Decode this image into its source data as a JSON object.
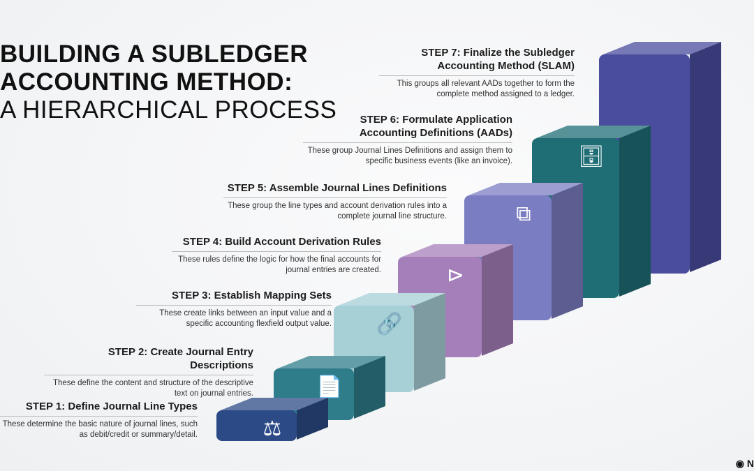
{
  "title": {
    "line1": "BUILDING A SUBLEDGER",
    "line2": "ACCOUNTING METHOD:",
    "line3": "A HIERARCHICAL PROCESS"
  },
  "steps": [
    {
      "title": "STEP 1: Define Journal Line Types",
      "desc": "These determine the basic nature of journal lines, such as debit/credit or summary/detail.",
      "icon": "scales-icon",
      "color": "#2c4a86"
    },
    {
      "title": "STEP 2: Create Journal Entry Descriptions",
      "desc": "These define the content and structure of the descriptive text on journal entries.",
      "icon": "document-text-icon",
      "color": "#2f7c8a"
    },
    {
      "title": "STEP 3: Establish Mapping Sets",
      "desc": "These create links between an input value and a specific accounting flexfield output value.",
      "icon": "link-icon",
      "color": "#a6cfd6"
    },
    {
      "title": "STEP 4: Build Account Derivation Rules",
      "desc": "These rules define the logic for how the final accounts for journal entries are created.",
      "icon": "logic-gate-icon",
      "color": "#a57fb9"
    },
    {
      "title": "STEP 5: Assemble Journal Lines Definitions",
      "desc": "These group the line types and account derivation rules into a complete journal line structure.",
      "icon": "hierarchy-box-icon",
      "color": "#7b7dc2"
    },
    {
      "title": "STEP 6: Formulate Application Accounting Definitions (AADs)",
      "desc": "These group Journal Lines Definitions and assign them to specific business events (like an invoice).",
      "icon": "documents-database-icon",
      "color": "#1f6d75"
    },
    {
      "title": "STEP 7: Finalize the Subledger Accounting Method (SLAM)",
      "desc": "This groups all relevant AADs together to form the complete method assigned to a ledger.",
      "icon": "none",
      "color": "#4a4c9e"
    }
  ],
  "logo": {
    "text": "N"
  }
}
